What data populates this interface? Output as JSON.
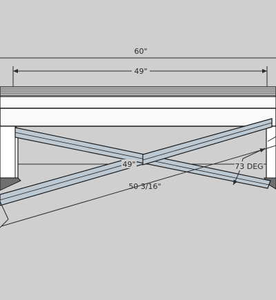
{
  "drawing": {
    "background_color": "#cfcfcf",
    "outline_color": "#1c1c1c",
    "top_face_color": "#fafafa",
    "brace_color": "#bcc8d2",
    "leg_color": "#ffffff",
    "foot_color": "#6f6f6f",
    "dimensions": {
      "overall_length": "60\"",
      "inner_span": "49\"",
      "lower_span": "49\"",
      "brace_length": "50 3/16\"",
      "brace_angle": "73 DEG"
    }
  }
}
